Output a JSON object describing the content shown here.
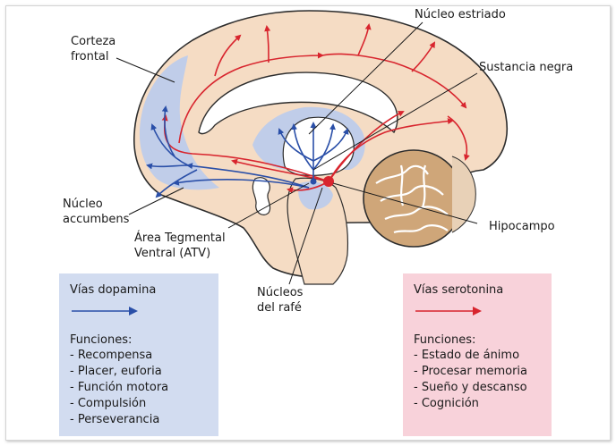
{
  "labels": {
    "nucleo_estriado": "Núcleo estriado",
    "corteza_frontal": "Corteza\nfrontal",
    "sustancia_negra": "Sustancia negra",
    "nucleo_accumbens": "Núcleo\naccumbens",
    "area_tegmental": "Área Tegmental\nVentral (ATV)",
    "hipocampo": "Hipocampo",
    "nucleos_rafe": "Núcleos\ndel rafé"
  },
  "legend_dopamina": {
    "title": "Vías dopamina",
    "functions_heading": "Funciones:",
    "functions": [
      "Recompensa",
      "Placer, euforia",
      "Función motora",
      "Compulsión",
      "Perseverancia"
    ],
    "arrow_color": "#2a4fa8",
    "background": "#d2dcf0"
  },
  "legend_serotonina": {
    "title": "Vías serotonina",
    "functions_heading": "Funciones:",
    "functions": [
      "Estado de ánimo",
      "Procesar memoria",
      "Sueño y descanso",
      "Cognición"
    ],
    "arrow_color": "#d8252e",
    "background": "#f8d2da"
  },
  "colors": {
    "brain_fill": "#f5dcc4",
    "dopamine_region": "#c0cde9",
    "outline": "#2d2d2d",
    "cerebellum": "#cfa679"
  }
}
